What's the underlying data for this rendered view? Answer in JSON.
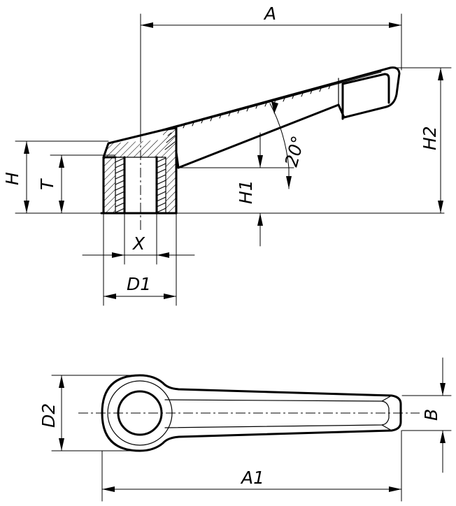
{
  "labels": {
    "A": "A",
    "H": "H",
    "T": "T",
    "H1": "H1",
    "H2": "H2",
    "angle": "20°",
    "X": "X",
    "D1": "D1",
    "D2": "D2",
    "B": "B",
    "A1": "A1"
  }
}
